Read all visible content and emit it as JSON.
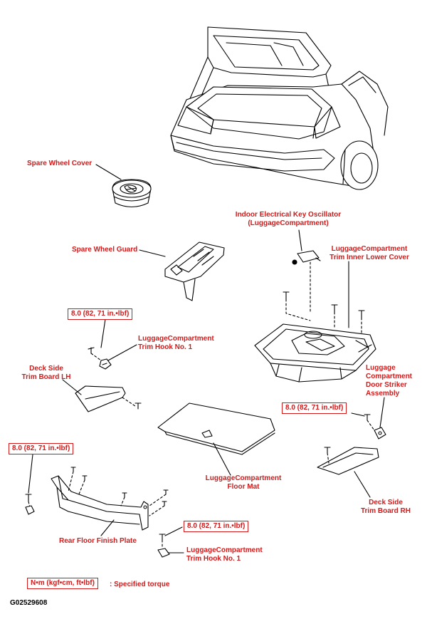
{
  "labels": {
    "spare_wheel_cover": "Spare Wheel Cover",
    "indoor_key_osc_1": "Indoor Electrical Key Oscillator",
    "indoor_key_osc_2": "(LuggageCompartment)",
    "spare_wheel_guard": "Spare Wheel Guard",
    "trim_inner_1": "LuggageCompartment",
    "trim_inner_2": "Trim Inner Lower Cover",
    "hook_upper_1": "LuggageCompartment",
    "hook_upper_2": "Trim Hook No. 1",
    "deck_lh_1": "Deck Side",
    "deck_lh_2": "Trim Board LH",
    "striker_1": "Luggage",
    "striker_2": "Compartment",
    "striker_3": "Door Striker",
    "striker_4": "Assembly",
    "floor_mat_1": "LuggageCompartment",
    "floor_mat_2": "Floor Mat",
    "deck_rh_1": "Deck Side",
    "deck_rh_2": "Trim Board RH",
    "rear_floor_plate": "Rear Floor Finish Plate",
    "hook_lower_1": "LuggageCompartment",
    "hook_lower_2": "Trim Hook No. 1"
  },
  "torque": {
    "t1": "8.0 (82, 71 in.•lbf)",
    "t2": "8.0 (82, 71 in.•lbf)",
    "t3": "8.0 (82, 71 in.•lbf)",
    "t4": "8.0 (82, 71 in.•lbf)"
  },
  "legend": {
    "unit_box": "N•m (kgf•cm, ft•lbf)",
    "text": ": Specified torque"
  },
  "figure_id": "G02529608",
  "colors": {
    "label": "#d21a1a",
    "line": "#000000"
  }
}
